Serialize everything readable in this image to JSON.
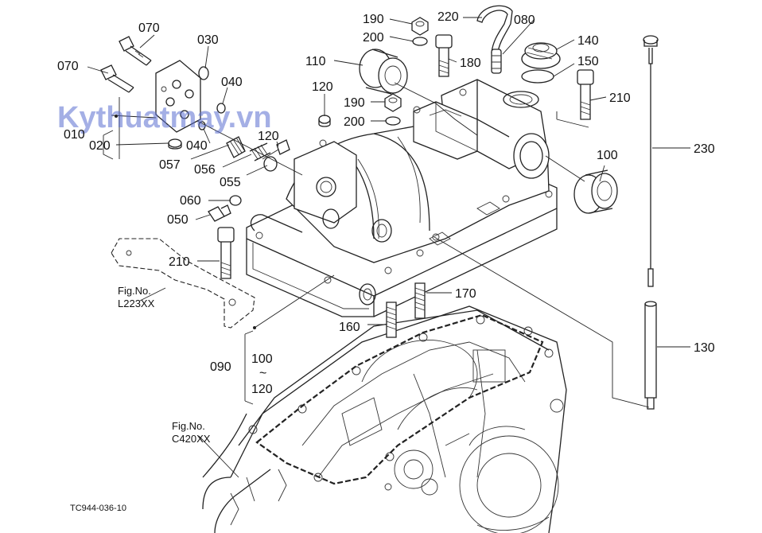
{
  "watermark": "Kythuatmay.vn",
  "drawing_code": "TC944-036-10",
  "labels": {
    "l070a": "070",
    "l070b": "070",
    "l030": "030",
    "l040a": "040",
    "l040b": "040",
    "l010": "010",
    "l020": "020",
    "l057": "057",
    "l056": "056",
    "l055": "055",
    "l060": "060",
    "l050": "050",
    "l210a": "210",
    "l210b": "210",
    "l190a": "190",
    "l190b": "190",
    "l200a": "200",
    "l200b": "200",
    "l220": "220",
    "l080": "080",
    "l140": "140",
    "l150": "150",
    "l110": "110",
    "l180": "180",
    "l120a": "120",
    "l120b": "120",
    "l100a": "100",
    "l230": "230",
    "l130": "130",
    "l170": "170",
    "l160": "160",
    "l090": "090",
    "range_top": "100",
    "range_sep": "~",
    "range_bottom": "120"
  },
  "fig_refs": {
    "l223_title": "Fig.No.",
    "l223_code": "L223XX",
    "c420_title": "Fig.No.",
    "c420_code": "C420XX"
  }
}
